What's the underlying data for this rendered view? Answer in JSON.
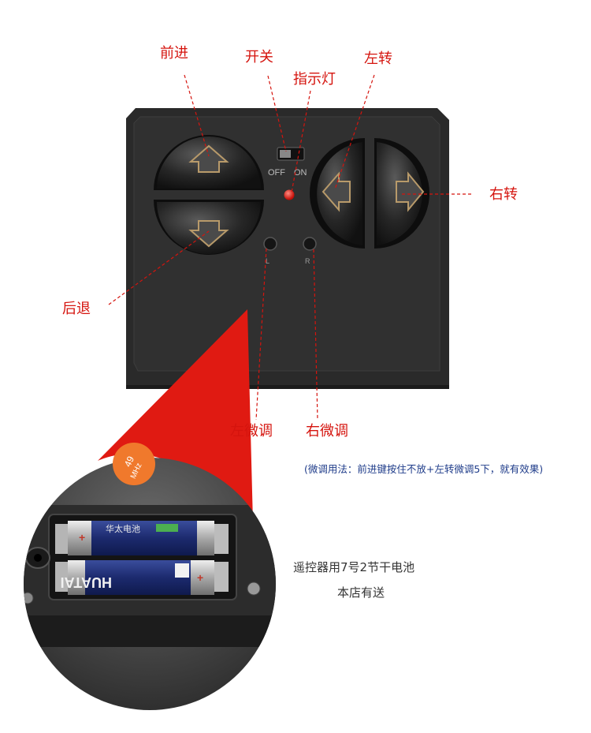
{
  "labels": {
    "forward": "前进",
    "power": "开关",
    "indicator": "指示灯",
    "turn_left": "左转",
    "turn_right": "右转",
    "backward": "后退",
    "trim_left": "左微调",
    "trim_right": "右微调"
  },
  "device": {
    "switch_off": "OFF",
    "switch_on": "ON",
    "button_l": "L",
    "button_r": "R",
    "frequency_value": "49",
    "frequency_unit": "MHz"
  },
  "battery": {
    "brand_top": "华太电池",
    "brand_bottom": "HUATAI",
    "line1": "遥控器用7号2节干电池",
    "line2": "本店有送"
  },
  "note": "(微调用法：前进键按住不放+左转微调5下，就有效果)",
  "colors": {
    "label_red": "#d5140e",
    "note_blue": "#1f3c8a",
    "device_body": "#2b2b2b",
    "led_red": "#e8170f"
  }
}
